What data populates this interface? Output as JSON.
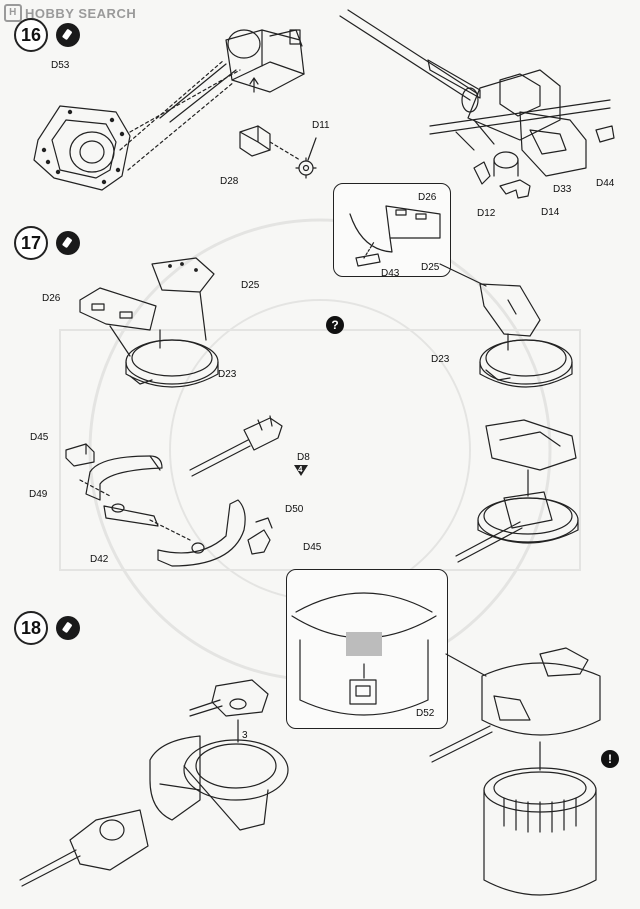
{
  "watermark": {
    "text": "HOBBY SEARCH",
    "logo_letter": "H"
  },
  "steps": [
    {
      "number": "16"
    },
    {
      "number": "17"
    },
    {
      "number": "18"
    }
  ],
  "parts": {
    "d53": "D53",
    "d11": "D11",
    "d28": "D28",
    "d12": "D12",
    "d33": "D33",
    "d14": "D14",
    "d44": "D44",
    "d26_top": "D26",
    "d43": "D43",
    "d25_top": "D25",
    "d25": "D25",
    "d26": "D26",
    "d23": "D23",
    "d23_right": "D23",
    "d45_top": "D45",
    "d8": "D8",
    "d49": "D49",
    "d50": "D50",
    "d42": "D42",
    "d45_bottom": "D45",
    "d52": "D52"
  },
  "quantity_d8": "4",
  "annotation_3": "3",
  "marks": {
    "question": "?",
    "exclaim": "!"
  },
  "icons": {
    "glue": "glue-tube-icon"
  }
}
